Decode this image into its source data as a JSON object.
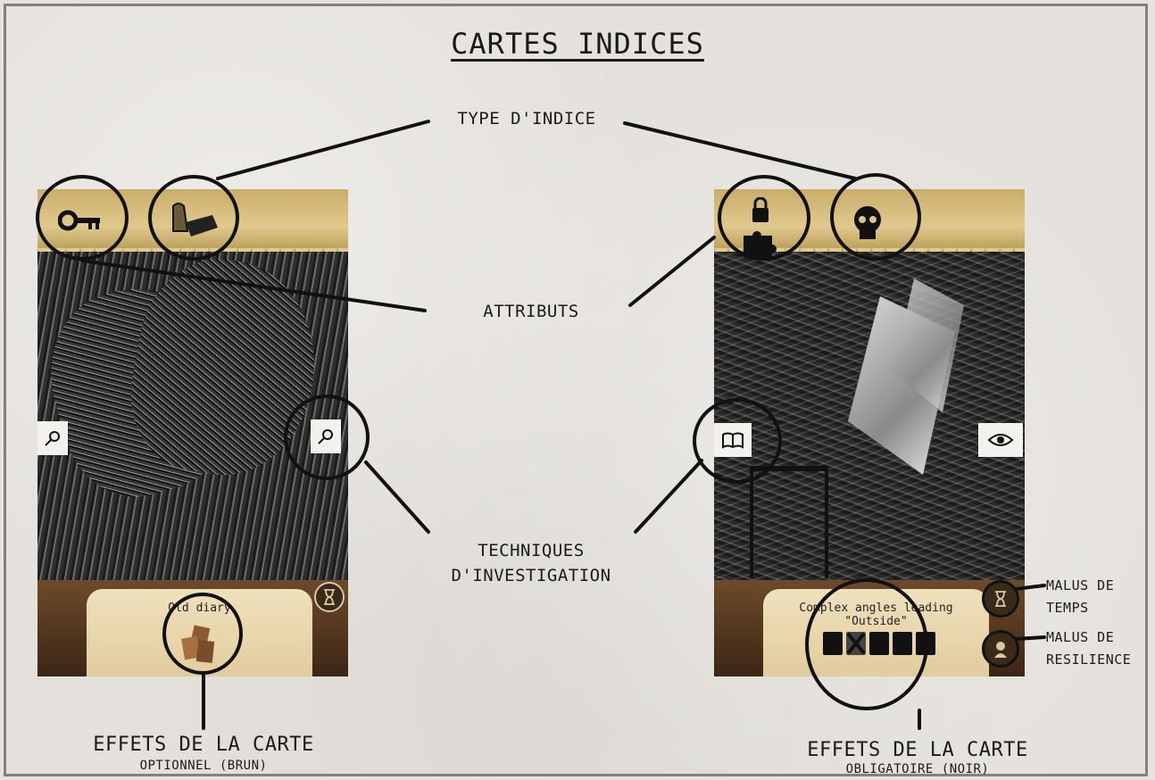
{
  "title": "CARTES INDICES",
  "labels": {
    "type_indice": "TYPE D'INDICE",
    "attributs": "ATTRIBUTS",
    "techniques_line1": "TECHNIQUES",
    "techniques_line2": "D'INVESTIGATION",
    "effets_left_line1": "EFFETS DE LA CARTE",
    "effets_left_line2": "OPTIONNEL (BRUN)",
    "effets_right_line1": "EFFETS DE LA CARTE",
    "effets_right_line2": "OBLIGATOIRE (NOIR)",
    "malus_temps_line1": "MALUS DE",
    "malus_temps_line2": "TEMPS",
    "malus_resilience_line1": "MALUS DE",
    "malus_resilience_line2": "RESILIENCE"
  },
  "left_card": {
    "name": "Old diary",
    "icons": [
      "key-icon",
      "hand-book-icon",
      "magnifier-icon",
      "cards-icon",
      "hourglass-icon"
    ],
    "effect_color": "#8b5a34"
  },
  "right_card": {
    "name_line1": "Complex angles leading",
    "name_line2": "\"Outside\"",
    "icons": [
      "lock-icon",
      "puzzle-icon",
      "skull-icon",
      "book-icon",
      "eye-icon",
      "hourglass-icon",
      "mind-icon"
    ],
    "effect_color": "#111111"
  }
}
